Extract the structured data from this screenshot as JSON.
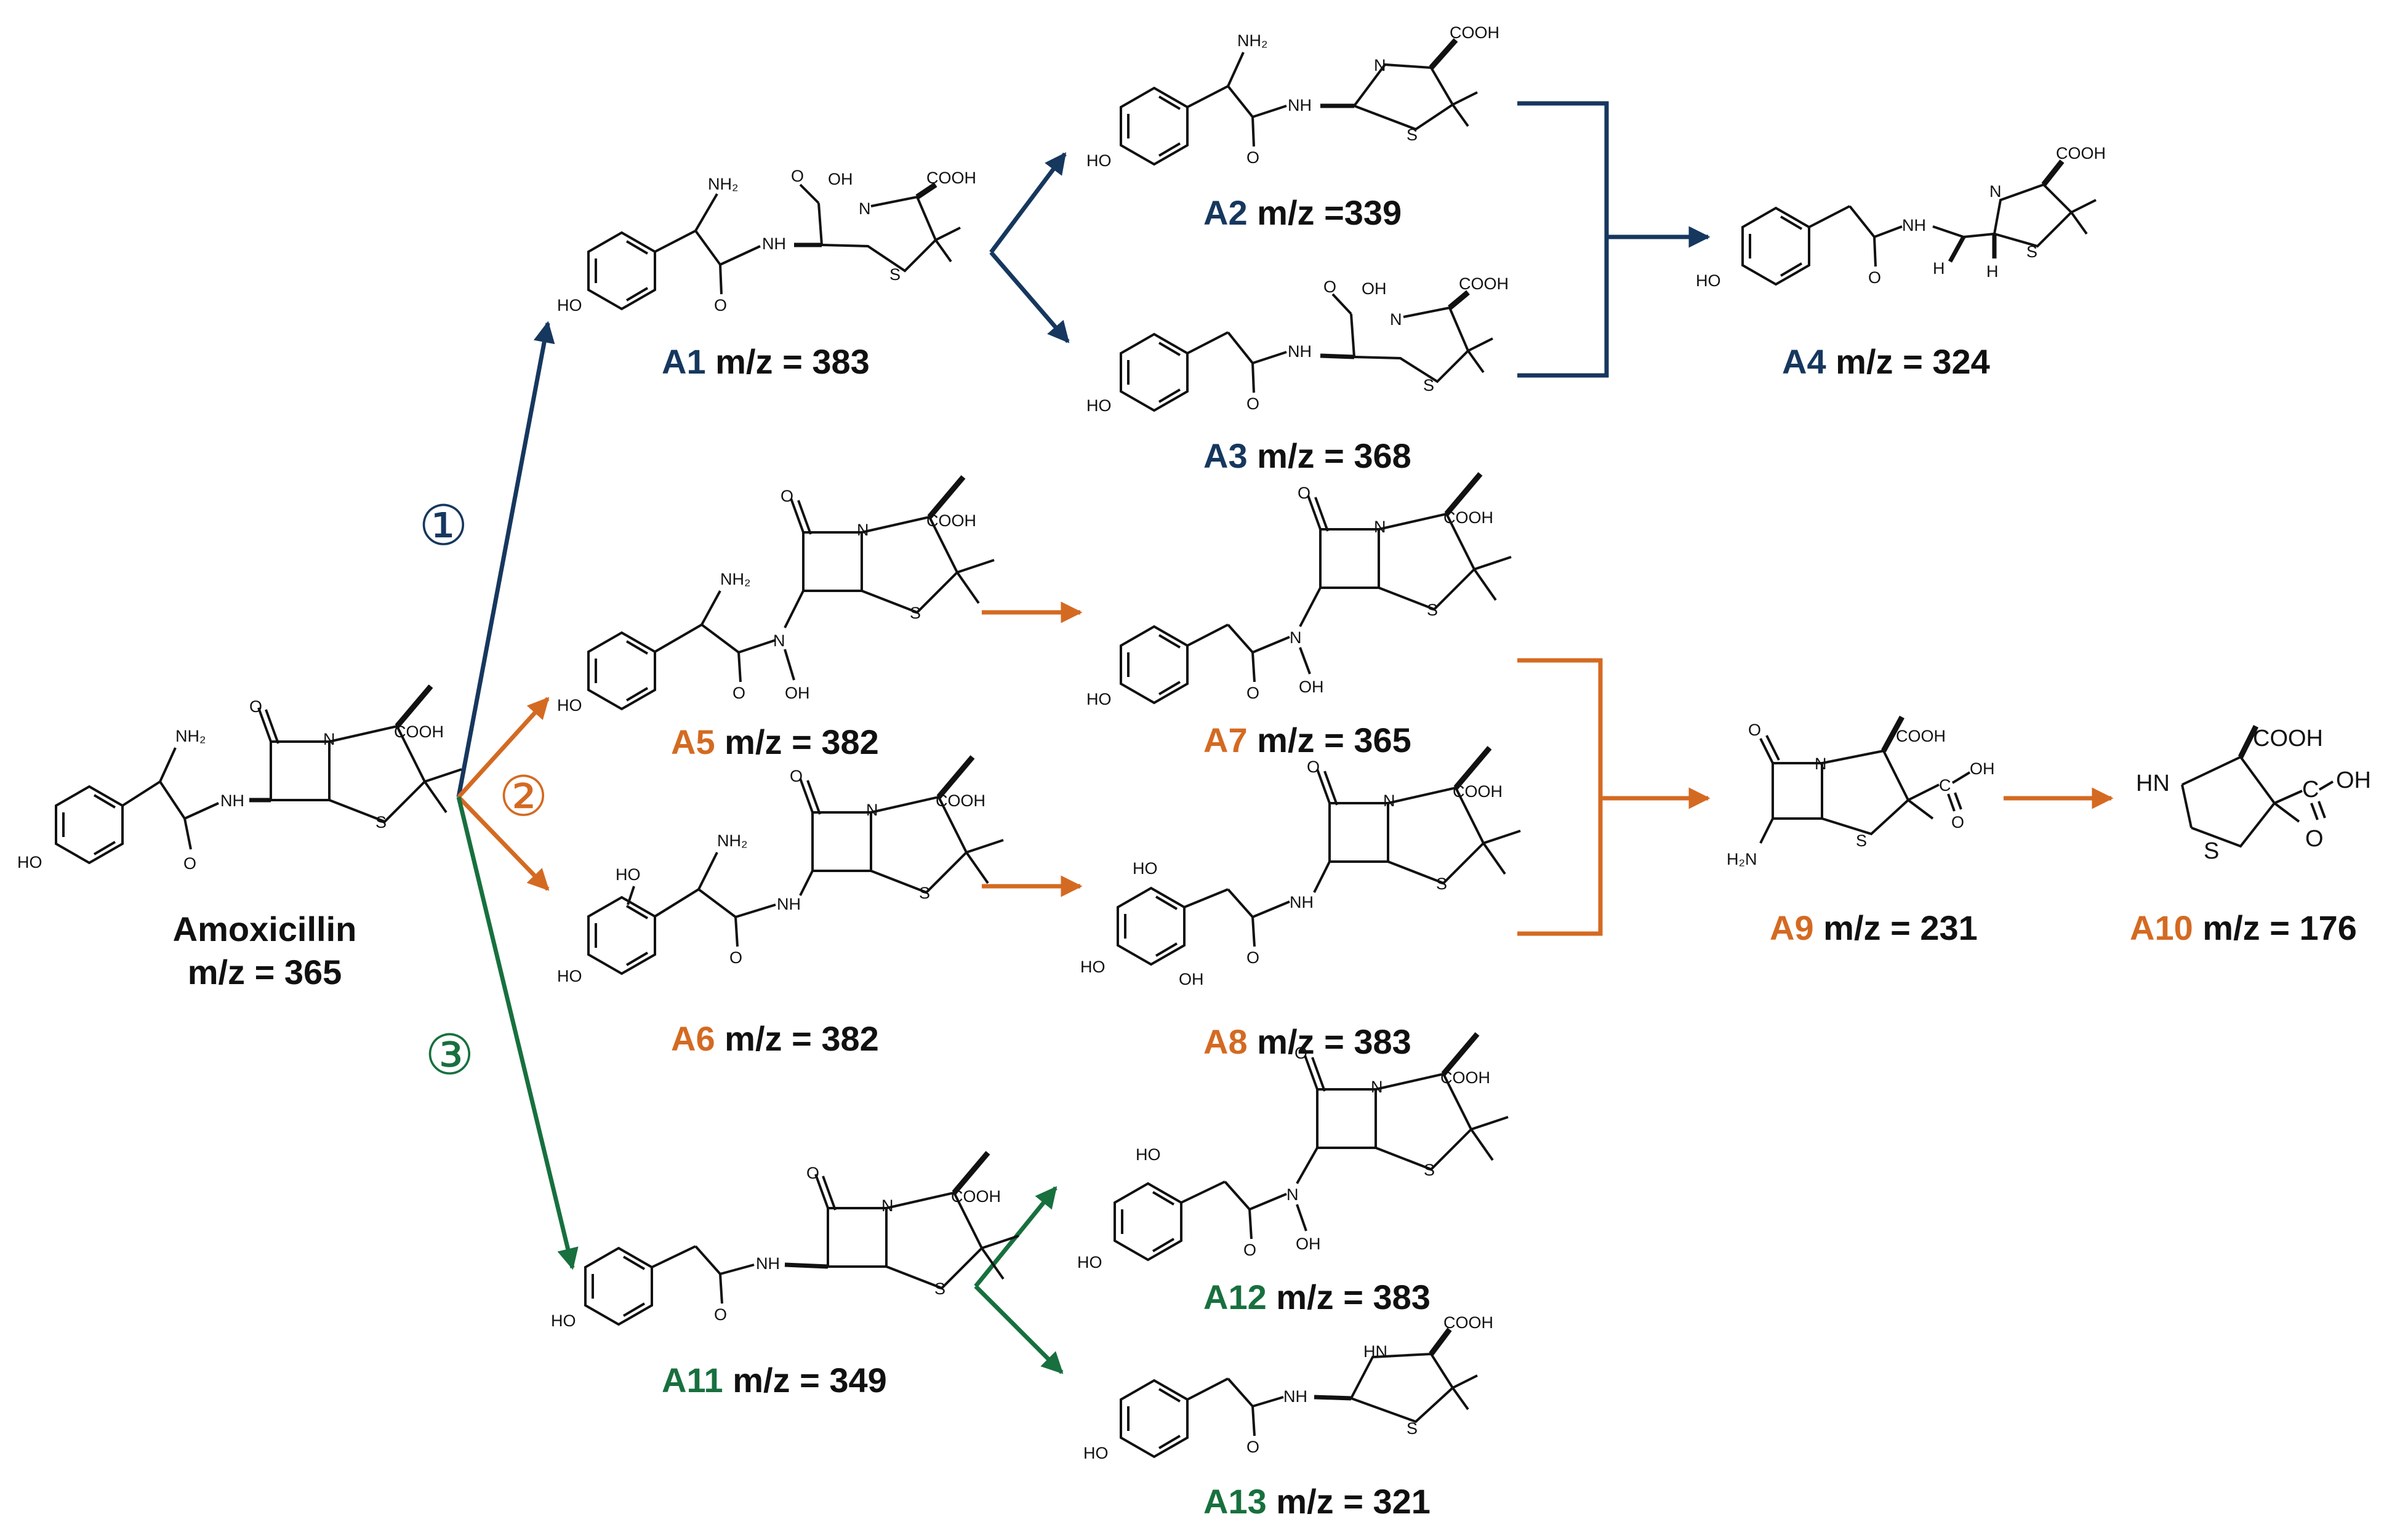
{
  "colors": {
    "pathway1": "#16375e",
    "pathway2": "#d46a22",
    "pathway3": "#17703e",
    "text": "#111111",
    "structure": "#111111"
  },
  "pathways": [
    {
      "marker": "①",
      "color_key": "pathway1"
    },
    {
      "marker": "②",
      "color_key": "pathway2"
    },
    {
      "marker": "③",
      "color_key": "pathway3"
    }
  ],
  "parent": {
    "name": "Amoxicillin",
    "mz": "m/z = 365"
  },
  "compounds": {
    "A1": {
      "id": "A1",
      "mz": "m/z = 383"
    },
    "A2": {
      "id": "A2",
      "mz": "m/z =339"
    },
    "A3": {
      "id": "A3",
      "mz": "m/z = 368"
    },
    "A4": {
      "id": "A4",
      "mz": "m/z = 324"
    },
    "A5": {
      "id": "A5",
      "mz": "m/z = 382"
    },
    "A6": {
      "id": "A6",
      "mz": "m/z = 382"
    },
    "A7": {
      "id": "A7",
      "mz": "m/z = 365"
    },
    "A8": {
      "id": "A8",
      "mz": "m/z = 383"
    },
    "A9": {
      "id": "A9",
      "mz": "m/z = 231"
    },
    "A10": {
      "id": "A10",
      "mz": "m/z = 176"
    },
    "A11": {
      "id": "A11",
      "mz": "m/z = 349"
    },
    "A12": {
      "id": "A12",
      "mz": "m/z = 383"
    },
    "A13": {
      "id": "A13",
      "mz": "m/z = 321"
    }
  },
  "atoms": {
    "nh2": "NH₂",
    "nh": "NH",
    "hn": "HN",
    "oh": "OH",
    "ho": "HO",
    "o": "O",
    "n": "N",
    "s": "S",
    "h": "H",
    "cooh": "COOH",
    "c": "C",
    "h2n": "H₂N"
  }
}
